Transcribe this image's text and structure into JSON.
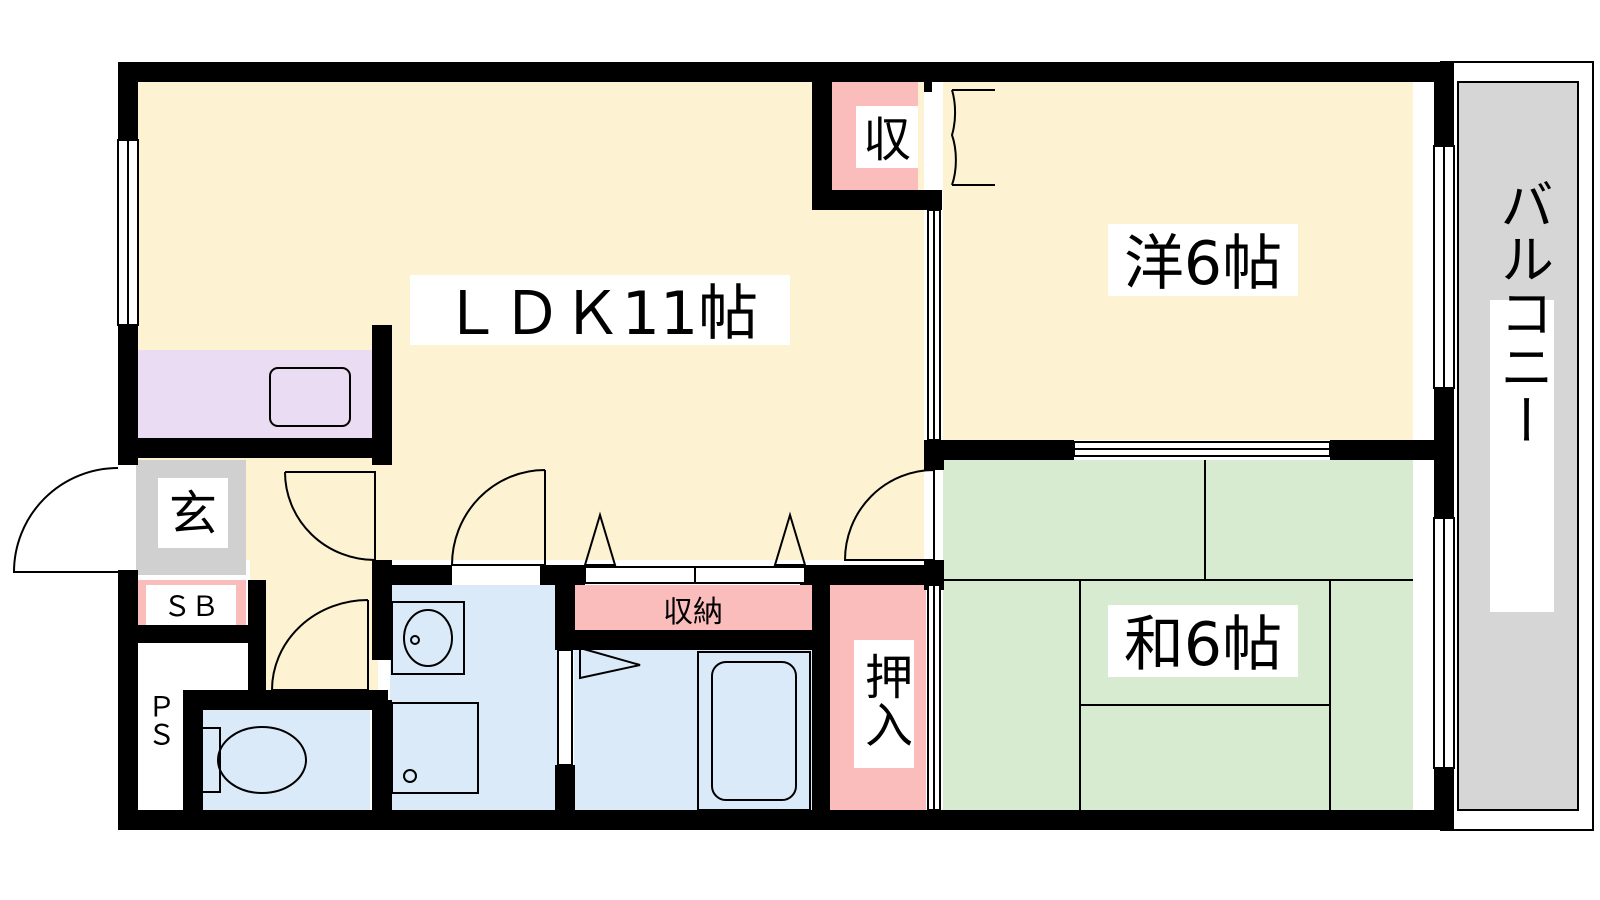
{
  "floor_plan": {
    "colors": {
      "ldk": "#fdf2d2",
      "western": "#fdf2d2",
      "tatami": "#d6ebcf",
      "wet_area": "#dbeaf8",
      "storage": "#fbbcbc",
      "kitchen": "#eadcf2",
      "entrance": "#d0d0d0",
      "balcony": "#d6d6d6",
      "wall": "#000000"
    },
    "rooms": {
      "ldk": "ＬＤＫ11帖",
      "western": "洋6帖",
      "japanese": "和6帖",
      "balcony": "バルコニー",
      "closet_top": "収",
      "closet_oshiire": "押入",
      "storage_mid": "収納",
      "entrance": "玄",
      "shoe_box": "ＳＢ",
      "pipe_space": "ＰＳ"
    }
  }
}
